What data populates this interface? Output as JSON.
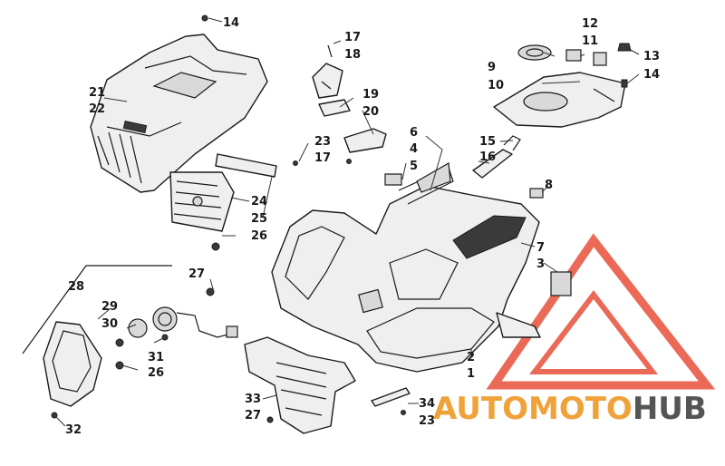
{
  "diagram": {
    "callouts": [
      {
        "id": "c14a",
        "text": "14"
      },
      {
        "id": "c17a",
        "text": "17"
      },
      {
        "id": "c18",
        "text": "18"
      },
      {
        "id": "c12",
        "text": "12"
      },
      {
        "id": "c11",
        "text": "11"
      },
      {
        "id": "c13",
        "text": "13"
      },
      {
        "id": "c9",
        "text": "9"
      },
      {
        "id": "c14b",
        "text": "14"
      },
      {
        "id": "c10",
        "text": "10"
      },
      {
        "id": "c21",
        "text": "21"
      },
      {
        "id": "c22",
        "text": "22"
      },
      {
        "id": "c19",
        "text": "19"
      },
      {
        "id": "c20",
        "text": "20"
      },
      {
        "id": "c6",
        "text": "6"
      },
      {
        "id": "c23a",
        "text": "23"
      },
      {
        "id": "c4",
        "text": "4"
      },
      {
        "id": "c15",
        "text": "15"
      },
      {
        "id": "c17b",
        "text": "17"
      },
      {
        "id": "c5",
        "text": "5"
      },
      {
        "id": "c16",
        "text": "16"
      },
      {
        "id": "c8",
        "text": "8"
      },
      {
        "id": "c24",
        "text": "24"
      },
      {
        "id": "c25",
        "text": "25"
      },
      {
        "id": "c26a",
        "text": "26"
      },
      {
        "id": "c7",
        "text": "7"
      },
      {
        "id": "c3",
        "text": "3"
      },
      {
        "id": "c27a",
        "text": "27"
      },
      {
        "id": "c28",
        "text": "28"
      },
      {
        "id": "c29",
        "text": "29"
      },
      {
        "id": "c30",
        "text": "30"
      },
      {
        "id": "c31",
        "text": "31"
      },
      {
        "id": "c26b",
        "text": "26"
      },
      {
        "id": "c2",
        "text": "2"
      },
      {
        "id": "c1",
        "text": "1"
      },
      {
        "id": "c33",
        "text": "33"
      },
      {
        "id": "c27b",
        "text": "27"
      },
      {
        "id": "c34",
        "text": "34"
      },
      {
        "id": "c23b",
        "text": "23"
      },
      {
        "id": "c32",
        "text": "32"
      }
    ]
  },
  "watermark": {
    "part1": "AUTO",
    "part2": "MOTO",
    "part3": "HUB",
    "color_orange": "#f0a23a",
    "color_gray": "#555555",
    "triangle_color": "#e8503a"
  }
}
